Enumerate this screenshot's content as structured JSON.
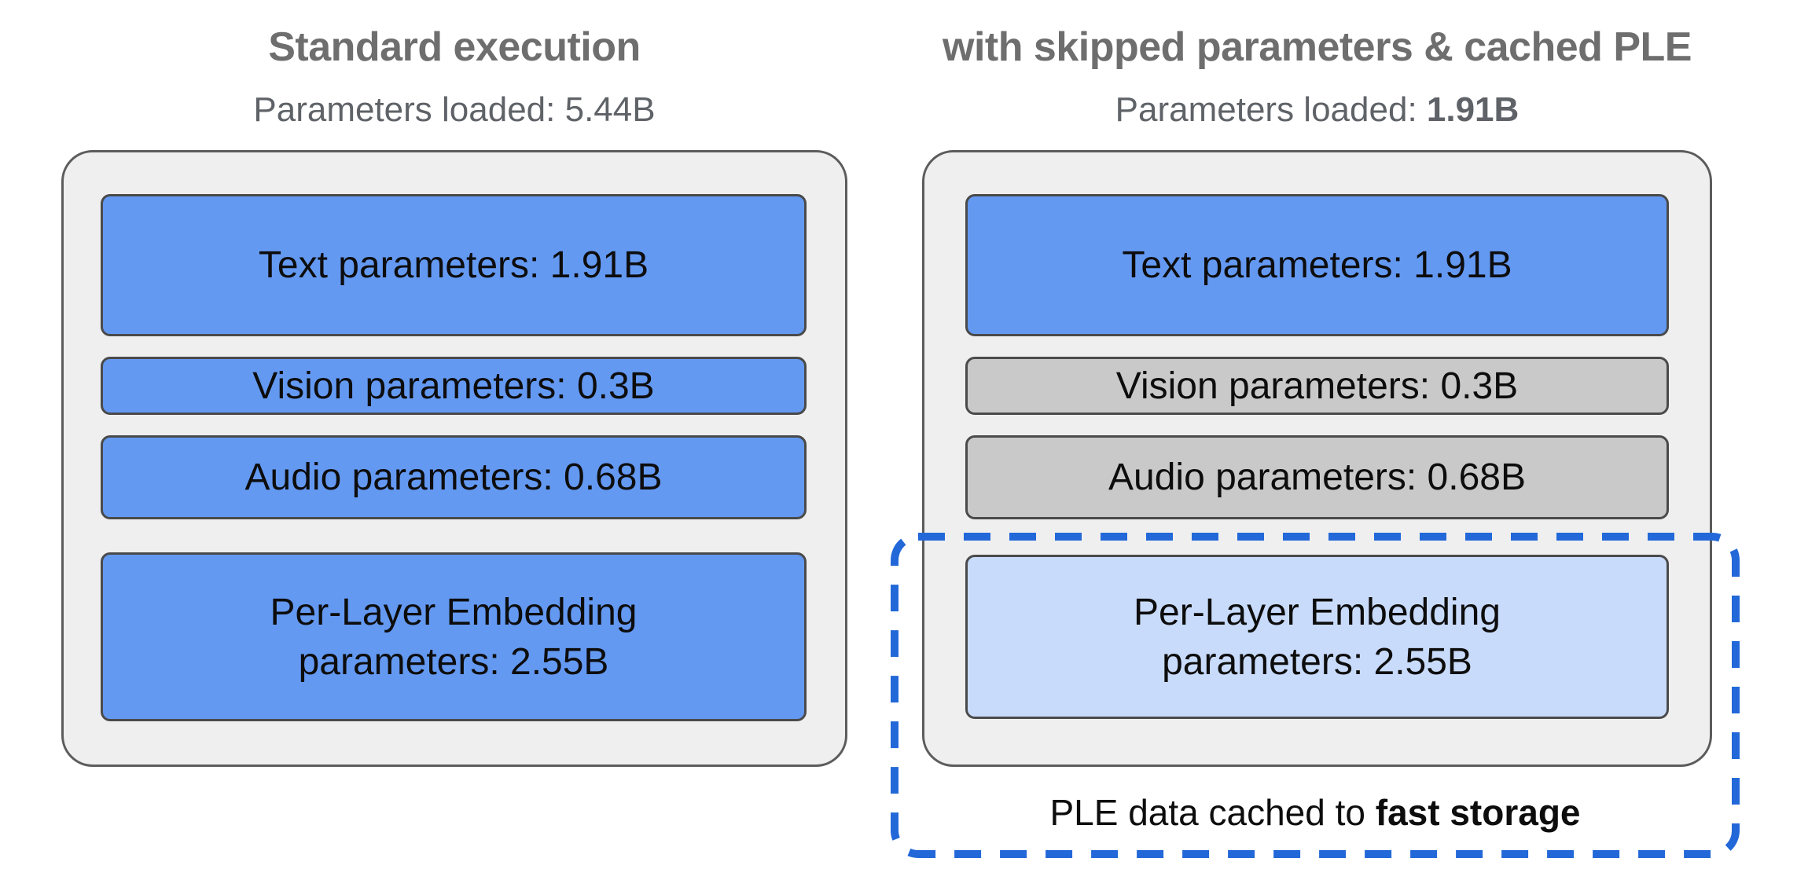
{
  "diagram": {
    "left_panel": {
      "title": "Standard execution",
      "subtitle_label": "Parameters loaded: ",
      "subtitle_value": "5.44B",
      "boxes": {
        "text": "Text parameters: 1.91B",
        "vision": "Vision parameters: 0.3B",
        "audio": "Audio parameters: 0.68B",
        "ple_line1": "Per-Layer Embedding",
        "ple_line2": "parameters: 2.55B"
      }
    },
    "right_panel": {
      "title": "with skipped parameters & cached PLE",
      "subtitle_label": "Parameters loaded: ",
      "subtitle_value": "1.91B",
      "boxes": {
        "text": "Text parameters: 1.91B",
        "vision": "Vision parameters: 0.3B",
        "audio": "Audio parameters: 0.68B",
        "ple_line1": "Per-Layer Embedding",
        "ple_line2": "parameters: 2.55B"
      },
      "caption_prefix": "PLE data cached to ",
      "caption_bold": "fast storage"
    },
    "colors": {
      "title_gray": "#6e6e6e",
      "subtitle_gray": "#5f6368",
      "container_fill": "#efefef",
      "container_border": "#5c5c5c",
      "active_blue": "#6499f2",
      "skipped_gray": "#c9c9c9",
      "cached_light_blue": "#c9dbfb",
      "box_border": "#4a4a4a",
      "dash_blue": "#2368d8",
      "box_text": "#0d0d0d"
    }
  }
}
